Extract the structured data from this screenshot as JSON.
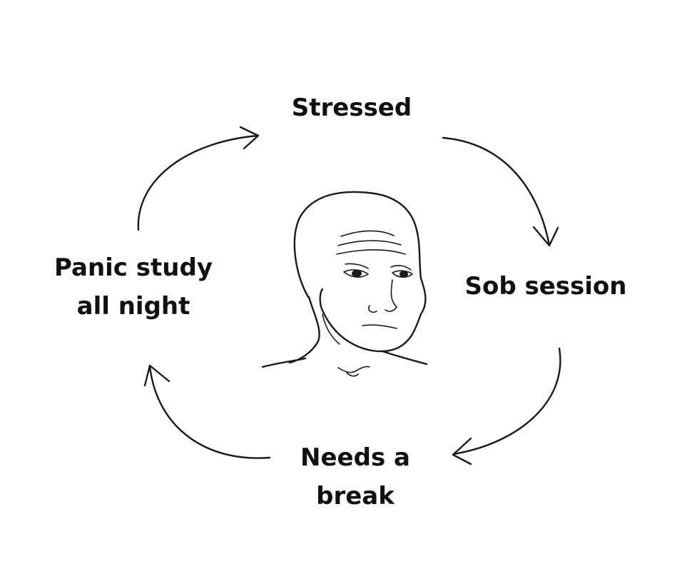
{
  "diagram": {
    "type": "cycle",
    "steps": [
      {
        "lines": [
          "Stressed"
        ]
      },
      {
        "lines": [
          "Sob session"
        ]
      },
      {
        "lines": [
          "Needs a",
          "break"
        ]
      },
      {
        "lines": [
          "Panic study",
          "all night"
        ]
      }
    ],
    "center_figure": "wojak-face-icon",
    "colors": {
      "background": "#ffffff",
      "ink": "#111111"
    }
  }
}
